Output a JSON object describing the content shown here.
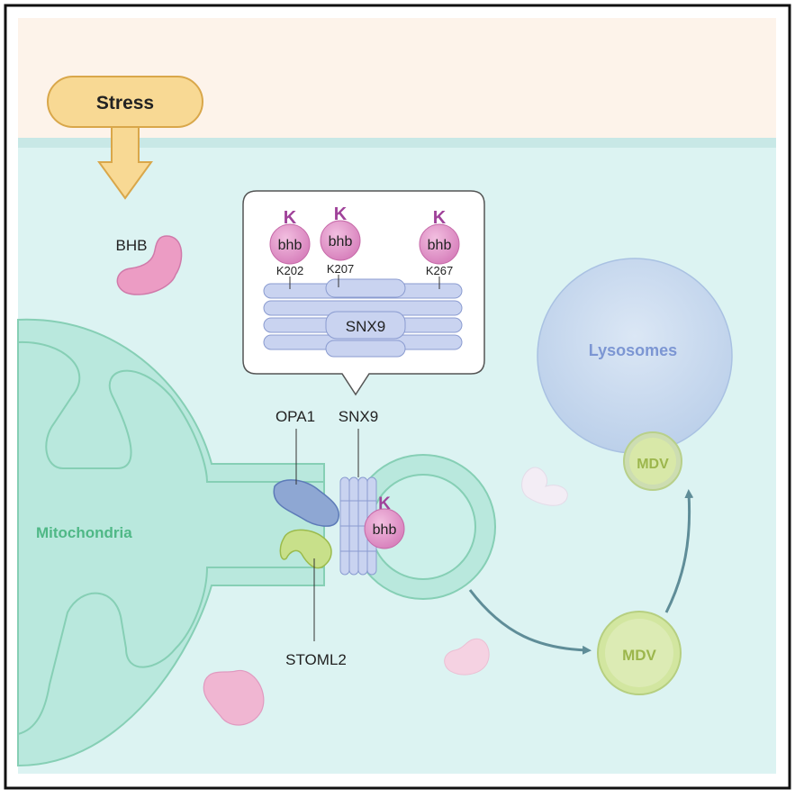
{
  "labels": {
    "stress": "Stress",
    "bhb": "BHB",
    "mitochondria": "Mitochondria",
    "lysosomes": "Lysosomes",
    "mdv_top": "MDV",
    "mdv_bottom": "MDV",
    "opa1": "OPA1",
    "snx9_outer": "SNX9",
    "snx9_inner": "SNX9",
    "stoml2": "STOML2"
  },
  "callout": {
    "modifications": [
      {
        "letter": "K",
        "mark": "bhb",
        "site": "K202"
      },
      {
        "letter": "K",
        "mark": "bhb",
        "site": "K207"
      },
      {
        "letter": "K",
        "mark": "bhb",
        "site": "K267"
      }
    ]
  },
  "complex_mod": {
    "letter": "K",
    "mark": "bhb"
  },
  "colors": {
    "extracellular": "#fdf3ea",
    "membrane": "#cde9e8",
    "cytoplasm": "#d9f3f2",
    "mito_fill": "#b9e8dd",
    "mito_stroke": "#7fcdb3",
    "mito_label": "#4fb886",
    "lysosome_fill": "#cddcf0",
    "lysosome_label": "#7c96d3",
    "mdv_fill": "#d8e8a8",
    "mdv_label": "#9cb64c",
    "bhb_pink": "#e8a6c8",
    "snx9_fill": "#c9d3f0",
    "snx9_stroke": "#8a9bd0",
    "k_letter": "#a0439a",
    "arrow": "#5f8d98",
    "stress_fill": "#f8d994"
  }
}
